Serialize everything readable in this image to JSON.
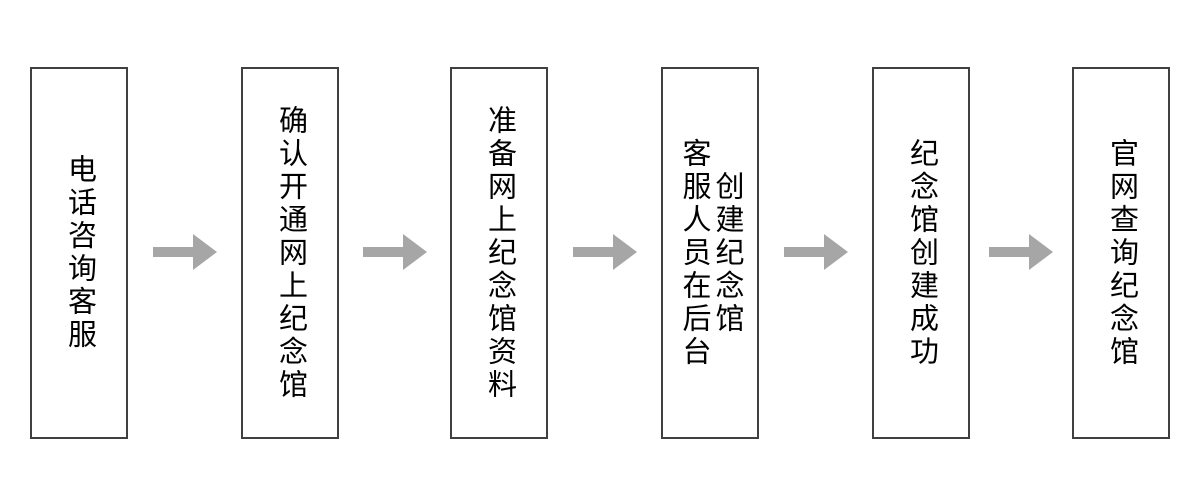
{
  "flow": {
    "steps": [
      {
        "label": "电话咨询客服"
      },
      {
        "label": "确认开通网上纪念馆"
      },
      {
        "label": "准备网上纪念馆资料"
      },
      {
        "columns": [
          "客服人员在后台",
          "创建纪念馆"
        ]
      },
      {
        "label": "纪念馆创建成功"
      },
      {
        "label": "官网查询纪念馆"
      }
    ]
  },
  "colors": {
    "background": "#ffffff",
    "box_border": "#404040",
    "text": "#000000",
    "arrow": "#a6a6a6"
  }
}
